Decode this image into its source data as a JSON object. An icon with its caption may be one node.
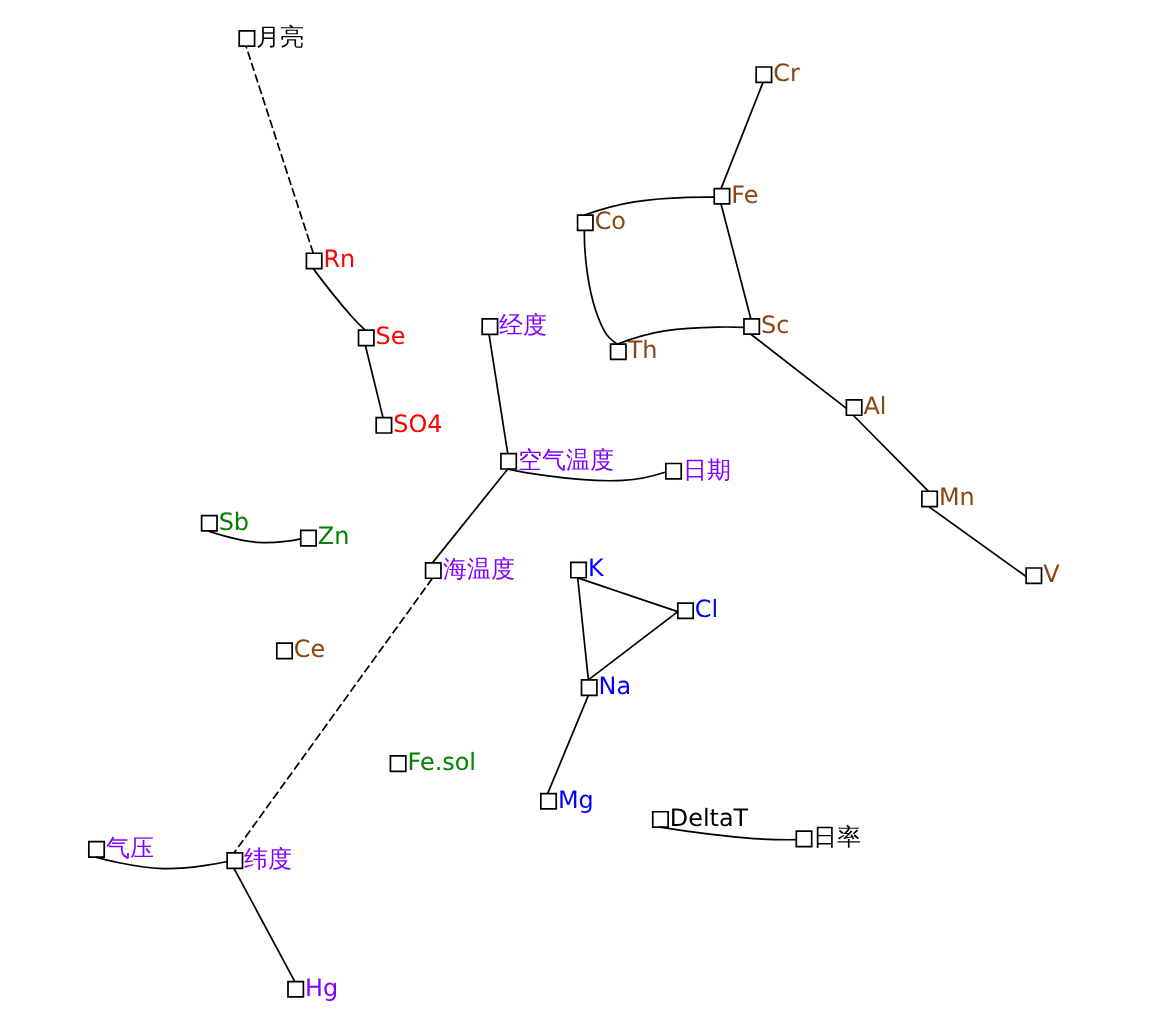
{
  "diagram": {
    "nodes": [
      {
        "text": [],
        "shape": "box",
        "beside": [
          "Rn"
        ]
      },
      {
        "text": [],
        "shape": "box",
        "beside": [
          "Se"
        ]
      },
      {
        "text": [],
        "shape": "box",
        "beside": [
          "SO4"
        ]
      },
      {
        "text": [],
        "shape": "box",
        "beside": [
          "海温度"
        ]
      },
      {
        "text": [],
        "shape": "box",
        "beside": [
          "空气温度"
        ]
      },
      {
        "text": [],
        "shape": "box",
        "beside": [
          "日期"
        ]
      },
      {
        "text": [],
        "shape": "box",
        "beside": [
          "经度"
        ]
      },
      {
        "text": [],
        "shape": "box",
        "beside": [
          "Fe.sol"
        ]
      },
      {
        "text": [],
        "shape": "box",
        "beside": [
          "Sb"
        ]
      },
      {
        "text": [],
        "shape": "box",
        "beside": [
          "Zn"
        ]
      },
      {
        "text": [],
        "shape": "box",
        "beside": [
          "Mn"
        ]
      },
      {
        "text": [],
        "shape": "box",
        "beside": [
          "Al"
        ]
      },
      {
        "text": [],
        "shape": "box",
        "beside": [
          "Sc"
        ]
      },
      {
        "text": [],
        "shape": "box",
        "beside": [
          "Fe"
        ]
      },
      {
        "text": [],
        "shape": "box",
        "beside": [
          "Cr"
        ]
      },
      {
        "text": [],
        "shape": "box",
        "beside": [
          "Ce"
        ]
      },
      {
        "text": [],
        "shape": "box",
        "beside": [
          "Co"
        ]
      },
      {
        "text": [],
        "shape": "box",
        "beside": [
          "Th"
        ]
      },
      {
        "text": [],
        "shape": "box",
        "beside": [
          "V"
        ]
      },
      {
        "text": [],
        "shape": "box",
        "beside": [
          "DeltaT"
        ]
      },
      {
        "text": [],
        "shape": "box",
        "beside": [
          "日率"
        ]
      },
      {
        "text": [],
        "shape": "box",
        "beside": [
          "Hg"
        ]
      },
      {
        "text": [],
        "shape": "box",
        "beside": [
          "气压"
        ]
      },
      {
        "text": [],
        "shape": "box",
        "beside": [
          "纬度"
        ]
      },
      {
        "text": [],
        "shape": "box",
        "beside": [
          "Na"
        ]
      },
      {
        "text": [],
        "shape": "box",
        "beside": [
          "Cl"
        ]
      },
      {
        "text": [],
        "shape": "box",
        "beside": [
          "Mg"
        ]
      },
      {
        "text": [],
        "shape": "box",
        "beside": [
          "K"
        ]
      },
      {
        "text": [],
        "shape": "box",
        "beside": [
          "月亮"
        ]
      }
    ],
    "edges": [
      {
        "from": 0,
        "to": 1,
        "arrow": "none"
      },
      {
        "from": 1,
        "to": 2,
        "arrow": "none"
      },
      {
        "from": 0,
        "to": 28,
        "arrow": "none",
        "style": "dashed"
      },
      {
        "from": 3,
        "to": 4,
        "arrow": "none"
      },
      {
        "from": 4,
        "to": 5,
        "arrow": "none"
      },
      {
        "from": 4,
        "to": 6,
        "arrow": "none"
      },
      {
        "from": 3,
        "to": 23,
        "arrow": "none",
        "style": "dashed"
      },
      {
        "from": 8,
        "to": 9,
        "arrow": "none"
      },
      {
        "from": 18,
        "to": 10,
        "arrow": "none"
      },
      {
        "from": 10,
        "to": 11,
        "arrow": "none"
      },
      {
        "from": 11,
        "to": 12,
        "arrow": "none"
      },
      {
        "from": 12,
        "to": 13,
        "arrow": "none"
      },
      {
        "from": 13,
        "to": 14,
        "arrow": "none"
      },
      {
        "from": 12,
        "to": 17,
        "arrow": "none"
      },
      {
        "from": 17,
        "to": 16,
        "arrow": "none"
      },
      {
        "from": 16,
        "to": 13,
        "arrow": "none"
      },
      {
        "from": 19,
        "to": 20,
        "arrow": "none"
      },
      {
        "from": 21,
        "to": 23,
        "arrow": "none"
      },
      {
        "from": 22,
        "to": 23,
        "arrow": "none"
      },
      {
        "from": 25,
        "to": 24,
        "arrow": "none"
      },
      {
        "from": 24,
        "to": 26,
        "arrow": "none"
      },
      {
        "from": 24,
        "to": 27,
        "arrow": "none"
      },
      {
        "from": 25,
        "to": 27,
        "arrow": "none"
      }
    ]
  }
}
